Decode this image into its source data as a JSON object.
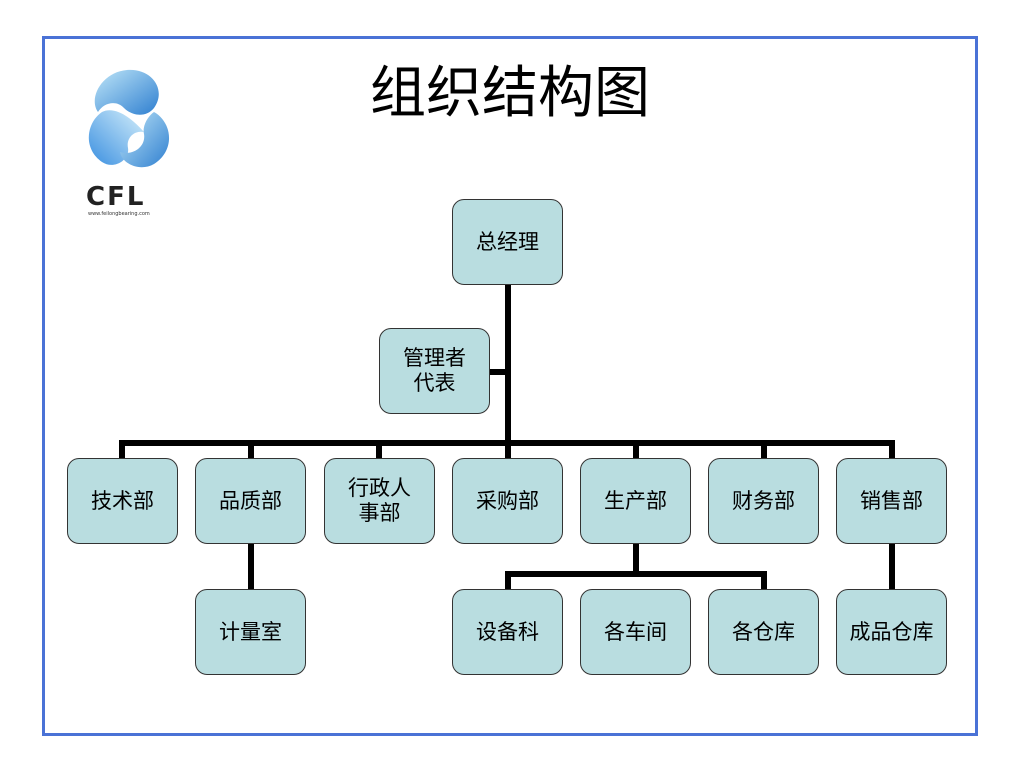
{
  "slide": {
    "title": "组织结构图",
    "logo": {
      "text": "CFL",
      "url": "www.feilongbearing.com"
    }
  },
  "org": {
    "top": "总经理",
    "rep": "管理者代表",
    "departments": [
      "技术部",
      "品质部",
      "行政人事部",
      "采购部",
      "生产部",
      "财务部",
      "销售部"
    ],
    "quality_sub": "计量室",
    "production_subs": [
      "设备科",
      "各车间",
      "各仓库"
    ],
    "sales_sub": "成品仓库"
  },
  "colors": {
    "box_fill": "#b9dde0",
    "frame_border": "#4a72d6",
    "connector": "#000000"
  }
}
